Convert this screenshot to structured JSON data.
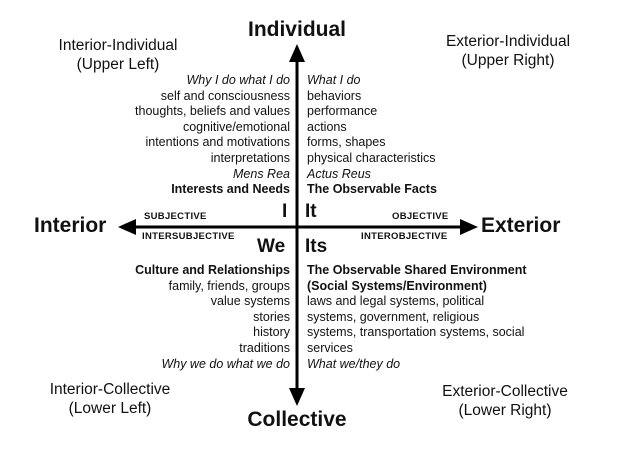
{
  "axes": {
    "top": "Individual",
    "bottom": "Collective",
    "left": "Interior",
    "right": "Exterior",
    "subjective": "SUBJECTIVE",
    "intersubjective": "INTERSUBJECTIVE",
    "objective": "OBJECTIVE",
    "interobjective": "INTEROBJECTIVE"
  },
  "quadrants": {
    "upper_left": {
      "corner_line1": "Interior-Individual",
      "corner_line2": "(Upper Left)",
      "pronoun": "I",
      "items": [
        "Why I do what I do",
        "self and consciousness",
        "thoughts, beliefs and values",
        "cognitive/emotional",
        "intentions and motivations",
        "interpretations",
        "Mens Rea",
        "Interests and Needs"
      ]
    },
    "upper_right": {
      "corner_line1": "Exterior-Individual",
      "corner_line2": "(Upper Right)",
      "pronoun": "It",
      "items": [
        "What I do",
        "behaviors",
        "performance",
        "actions",
        "forms, shapes",
        "physical characteristics",
        "Actus Reus",
        "The Observable Facts"
      ]
    },
    "lower_left": {
      "corner_line1": "Interior-Collective",
      "corner_line2": "(Lower Left)",
      "pronoun": "We",
      "items": [
        "Culture and Relationships",
        "family, friends, groups",
        "value systems",
        "stories",
        "history",
        "traditions",
        "Why we do what we do"
      ]
    },
    "lower_right": {
      "corner_line1": "Exterior-Collective",
      "corner_line2": "(Lower Right)",
      "pronoun": "Its",
      "items": [
        "The Observable Shared Environment",
        "(Social Systems/Environment)",
        "laws and legal systems, political",
        "systems, government, religious",
        "systems, transportation systems, social",
        "services",
        "What we/they do"
      ]
    }
  }
}
